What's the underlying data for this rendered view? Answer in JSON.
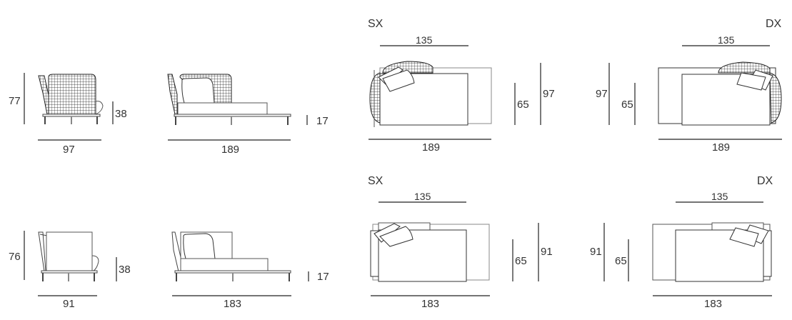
{
  "colors": {
    "line": "#333333",
    "light_line": "#888888",
    "dim": "#222222",
    "background": "#ffffff"
  },
  "row1": {
    "side_view": {
      "height": "77",
      "seat_height": "38",
      "depth": "97"
    },
    "side_view_chaise": {
      "leg_height": "17",
      "length": "189"
    },
    "plan_sx": {
      "label": "SX",
      "back_width": "135",
      "seat_depth": "65",
      "total_depth": "97",
      "length": "189"
    },
    "plan_dx": {
      "label": "DX",
      "back_width": "135",
      "seat_depth": "65",
      "total_depth": "97",
      "length": "189"
    }
  },
  "row2": {
    "side_view": {
      "height": "76",
      "seat_height": "38",
      "depth": "91"
    },
    "side_view_chaise": {
      "leg_height": "17",
      "length": "183"
    },
    "plan_sx": {
      "label": "SX",
      "back_width": "135",
      "seat_depth": "65",
      "total_depth": "91",
      "length": "183"
    },
    "plan_dx": {
      "label": "DX",
      "back_width": "135",
      "seat_depth": "65",
      "total_depth": "91",
      "length": "183"
    }
  }
}
